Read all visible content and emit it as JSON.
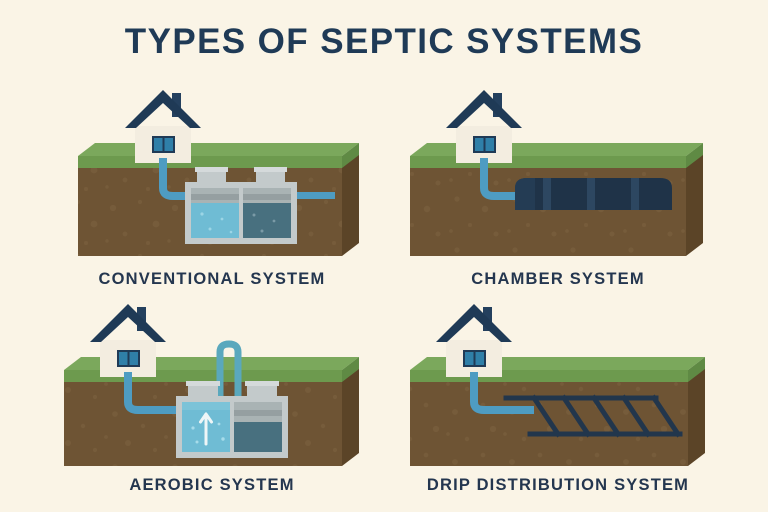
{
  "poster": {
    "title": "TYPES OF SEPTIC SYSTEMS",
    "background_color": "#faf4e6",
    "title_color": "#1f3a56",
    "caption_color": "#24364f"
  },
  "palette": {
    "grass_top": "#7ba85c",
    "grass_front": "#6d9a4e",
    "soil_front": "#6e5434",
    "soil_side": "#5b4427",
    "soil_speck": "#7d6240",
    "house_wall": "#f3ede0",
    "house_roof": "#1f3a56",
    "house_chimney": "#24405e",
    "window_glass": "#2f7fa8",
    "window_frame": "#1f3a56",
    "pipe_blue": "#4e9cc2",
    "tank_shell": "#c3cacb",
    "tank_shell_dark": "#9aa4a6",
    "tank_headspace": "#a9b3b4",
    "water_light": "#6fbcd4",
    "water_dark": "#48707f",
    "chamber_body": "#1f3348",
    "chamber_rib": "#2d4761",
    "drip_pipe": "#22364c",
    "arrow_white": "#eef6f7"
  },
  "panels": [
    {
      "id": "conventional",
      "caption": "CONVENTIONAL SYSTEM",
      "system_type": "two-chamber septic tank",
      "features": [
        "house",
        "inlet pipe",
        "septic tank with two chambers",
        "two access risers",
        "outlet pipe"
      ]
    },
    {
      "id": "chamber",
      "caption": "CHAMBER SYSTEM",
      "system_type": "buried ribbed chamber",
      "features": [
        "house",
        "inlet pipe",
        "ribbed cylindrical chamber"
      ]
    },
    {
      "id": "aerobic",
      "caption": "AEROBIC SYSTEM",
      "system_type": "aerated treatment tank",
      "features": [
        "house",
        "inlet pipe",
        "aeration air pipe loop above ground",
        "aeration up arrow",
        "two access risers",
        "two treatment chambers"
      ]
    },
    {
      "id": "drip-distribution",
      "caption": "DRIP DISTRIBUTION SYSTEM",
      "system_type": "shallow drip field",
      "features": [
        "house",
        "inlet pipe",
        "drip distribution lateral grid"
      ]
    }
  ]
}
